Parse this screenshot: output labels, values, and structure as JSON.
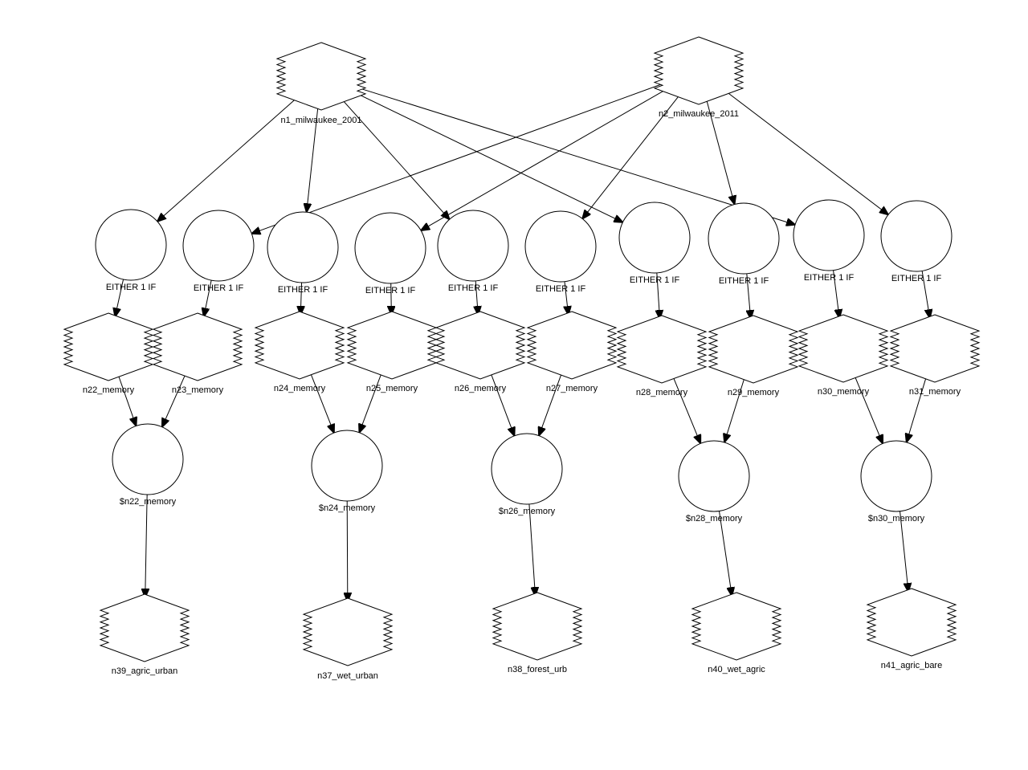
{
  "colors": {
    "stroke": "#000000",
    "background": "#ffffff"
  },
  "nodes": {
    "n1": {
      "label": "n1_milwaukee_2001",
      "shape": "hexagon-zigzag"
    },
    "n2": {
      "label": "n2_milwaukee_2011",
      "shape": "hexagon-zigzag"
    },
    "e1": {
      "label": "EITHER 1 IF",
      "shape": "circle"
    },
    "e2": {
      "label": "EITHER 1 IF",
      "shape": "circle"
    },
    "e3": {
      "label": "EITHER 1 IF",
      "shape": "circle"
    },
    "e4": {
      "label": "EITHER 1 IF",
      "shape": "circle"
    },
    "e5": {
      "label": "EITHER 1 IF",
      "shape": "circle"
    },
    "e6": {
      "label": "EITHER 1 IF",
      "shape": "circle"
    },
    "e7": {
      "label": "EITHER 1 IF",
      "shape": "circle"
    },
    "e8": {
      "label": "EITHER 1 IF",
      "shape": "circle"
    },
    "e9": {
      "label": "EITHER 1 IF",
      "shape": "circle"
    },
    "e10": {
      "label": "EITHER 1 IF",
      "shape": "circle"
    },
    "n22": {
      "label": "n22_memory",
      "shape": "hexagon-zigzag"
    },
    "n23": {
      "label": "n23_memory",
      "shape": "hexagon-zigzag"
    },
    "n24": {
      "label": "n24_memory",
      "shape": "hexagon-zigzag"
    },
    "n25": {
      "label": "n25_memory",
      "shape": "hexagon-zigzag"
    },
    "n26": {
      "label": "n26_memory",
      "shape": "hexagon-zigzag"
    },
    "n27": {
      "label": "n27_memory",
      "shape": "hexagon-zigzag"
    },
    "n28": {
      "label": "n28_memory",
      "shape": "hexagon-zigzag"
    },
    "n29": {
      "label": "n29_memory",
      "shape": "hexagon-zigzag"
    },
    "n30": {
      "label": "n30_memory",
      "shape": "hexagon-zigzag"
    },
    "n31": {
      "label": "n31_memory",
      "shape": "hexagon-zigzag"
    },
    "s22": {
      "label": "$n22_memory",
      "shape": "circle"
    },
    "s24": {
      "label": "$n24_memory",
      "shape": "circle"
    },
    "s26": {
      "label": "$n26_memory",
      "shape": "circle"
    },
    "s28": {
      "label": "$n28_memory",
      "shape": "circle"
    },
    "s30": {
      "label": "$n30_memory",
      "shape": "circle"
    },
    "n39": {
      "label": "n39_agric_urban",
      "shape": "hexagon-zigzag"
    },
    "n37": {
      "label": "n37_wet_urban",
      "shape": "hexagon-zigzag"
    },
    "n38": {
      "label": "n38_forest_urb",
      "shape": "hexagon-zigzag"
    },
    "n40": {
      "label": "n40_wet_agric",
      "shape": "hexagon-zigzag"
    },
    "n41": {
      "label": "n41_agric_bare",
      "shape": "hexagon-zigzag"
    }
  },
  "edges": [
    [
      "n1",
      "e1"
    ],
    [
      "n1",
      "e3"
    ],
    [
      "n1",
      "e5"
    ],
    [
      "n1",
      "e7"
    ],
    [
      "n1",
      "e9"
    ],
    [
      "n2",
      "e2"
    ],
    [
      "n2",
      "e4"
    ],
    [
      "n2",
      "e6"
    ],
    [
      "n2",
      "e8"
    ],
    [
      "n2",
      "e10"
    ],
    [
      "e1",
      "n22"
    ],
    [
      "e2",
      "n23"
    ],
    [
      "e3",
      "n24"
    ],
    [
      "e4",
      "n25"
    ],
    [
      "e5",
      "n26"
    ],
    [
      "e6",
      "n27"
    ],
    [
      "e7",
      "n28"
    ],
    [
      "e8",
      "n29"
    ],
    [
      "e9",
      "n30"
    ],
    [
      "e10",
      "n31"
    ],
    [
      "n22",
      "s22"
    ],
    [
      "n23",
      "s22"
    ],
    [
      "n24",
      "s24"
    ],
    [
      "n25",
      "s24"
    ],
    [
      "n26",
      "s26"
    ],
    [
      "n27",
      "s26"
    ],
    [
      "n28",
      "s28"
    ],
    [
      "n29",
      "s28"
    ],
    [
      "n30",
      "s30"
    ],
    [
      "n31",
      "s30"
    ],
    [
      "s22",
      "n39"
    ],
    [
      "s24",
      "n37"
    ],
    [
      "s26",
      "n38"
    ],
    [
      "s28",
      "n40"
    ],
    [
      "s30",
      "n41"
    ]
  ]
}
